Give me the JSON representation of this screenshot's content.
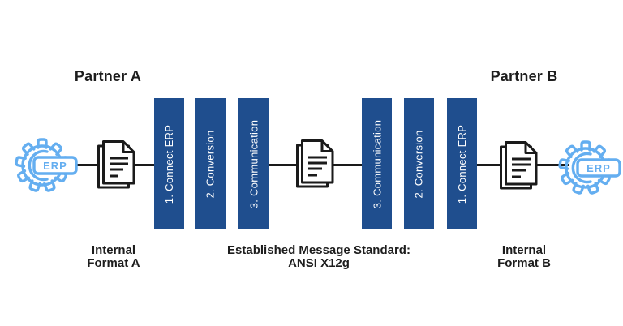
{
  "diagram": {
    "partner_a": {
      "title": "Partner A",
      "caption": [
        "Internal",
        "Format A"
      ]
    },
    "partner_b": {
      "title": "Partner B",
      "caption": [
        "Internal",
        "Format B"
      ]
    },
    "center_caption": [
      "Established Message Standard:",
      "ANSI X12g"
    ],
    "steps": [
      "1. Connect ERP",
      "2. Conversion",
      "3. Communication"
    ],
    "erp_label": "ERP",
    "icons": [
      "erp-gear-icon",
      "document-icon"
    ],
    "colors": {
      "bar_blue": "#1F4E8E",
      "gear_blue": "#64AEF0",
      "line_black": "#1A1A1A",
      "text_dark": "#1D1D1D",
      "bar_text": "#FFFFFF"
    }
  }
}
